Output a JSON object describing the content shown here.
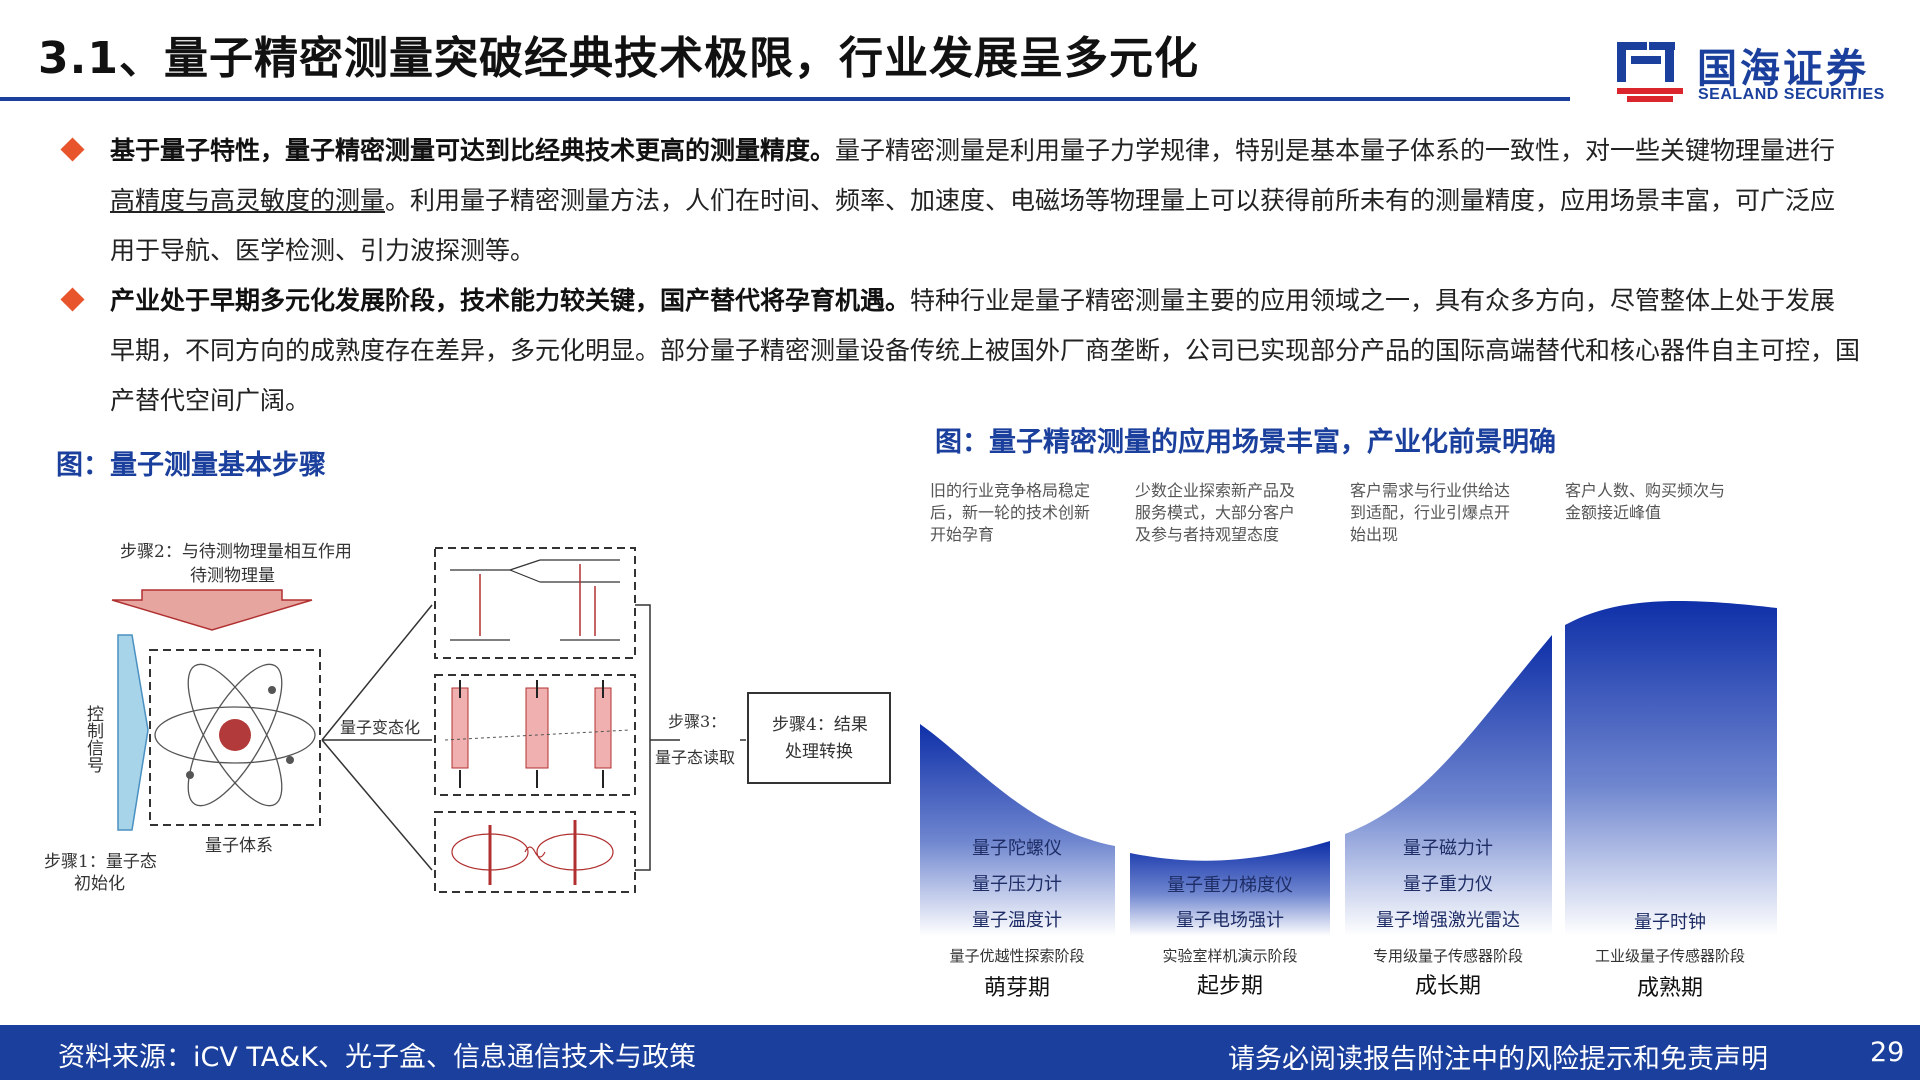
{
  "title": "3.1、量子精密测量突破经典技术极限，行业发展呈多元化",
  "logo": {
    "cn": "国海证券",
    "en": "SEALAND SECURITIES"
  },
  "bullets": [
    {
      "lead": "基于量子特性，量子精密测量可达到比经典技术更高的测量精度。",
      "text1": "量子精密测量是利用量子力学规律，特别是基本量子体系的一致性，对一些关键物理量进行",
      "underline": "高精度与高灵敏度的测量",
      "text2": "。利用量子精密测量方法，人们在时间、频率、加速度、电磁场等物理量上可以获得前所未有的测量精度，应用场景丰富，可广泛应用于导航、医学检测、引力波探测等。"
    },
    {
      "lead": "产业处于早期多元化发展阶段，技术能力较关键，国产替代将孕育机遇。",
      "text1": "特种行业是量子精密测量主要的应用领域之一，具有众多方向，尽管整体上处于发展早期，不同方向的成熟度存在差异，多元化明显。部分量子精密测量设备传统上被国外厂商垄断，公司已实现部分产品的国际高端替代和核心器件自主可控，国产替代空间广阔。"
    }
  ],
  "fig_left": {
    "caption": "图：量子测量基本步骤",
    "step2_line1": "步骤2：与待测物理量相互作用",
    "step2_line2": "待测物理量",
    "control_signal": "控制信号",
    "quantum_system": "量子体系",
    "step1_line1": "步骤1：量子态",
    "step1_line2": "初始化",
    "state_change": "量子变态化",
    "step3_line1": "步骤3：",
    "step3_line2": "量子态读取",
    "step4_line1": "步骤4：结果",
    "step4_line2": "处理转换"
  },
  "fig_right": {
    "caption": "图：量子精密测量的应用场景丰富，产业化前景明确",
    "notes": [
      [
        "旧的行业竞争格局稳定",
        "后，新一轮的技术创新",
        "开始孕育"
      ],
      [
        "少数企业探索新产品及",
        "服务模式，大部分客户",
        "及参与者持观望态度"
      ],
      [
        "客户需求与行业供给达",
        "到适配，行业引爆点开",
        "始出现"
      ],
      [
        "客户人数、购买频次与",
        "金额接近峰值"
      ]
    ],
    "stages": [
      {
        "products": [
          "量子陀螺仪",
          "量子压力计",
          "量子温度计"
        ],
        "sub": "量子优越性探索阶段",
        "name": "萌芽期"
      },
      {
        "products": [
          "量子重力梯度仪",
          "量子电场强计"
        ],
        "sub": "实验室样机演示阶段",
        "name": "起步期"
      },
      {
        "products": [
          "量子磁力计",
          "量子重力仪",
          "量子增强激光雷达"
        ],
        "sub": "专用级量子传感器阶段",
        "name": "成长期"
      },
      {
        "products": [
          "量子时钟"
        ],
        "sub": "工业级量子传感器阶段",
        "name": "成熟期"
      }
    ]
  },
  "footer": {
    "source": "资料来源：iCV TA&K、光子盒、信息通信技术与政策",
    "disclaimer": "请务必阅读报告附注中的风险提示和免责声明",
    "page": "29"
  },
  "colors": {
    "brand_blue": "#1a3f9c",
    "bullet_orange": "#e8552d",
    "diagram_red": "#b03030"
  }
}
